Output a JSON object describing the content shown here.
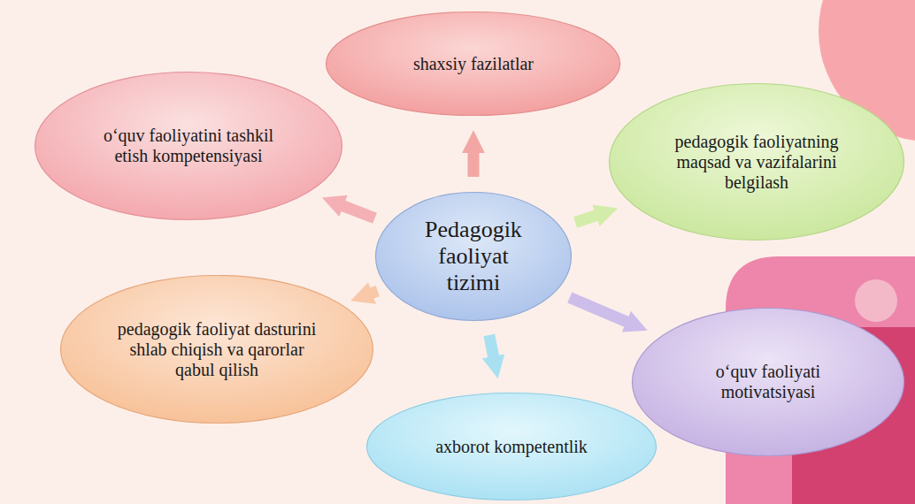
{
  "diagram": {
    "nodes": [
      {
        "text": [
          "Pedagogik faoliyat tizimi"
        ]
      },
      {
        "text": [
          "shaxsiy fazilatlar"
        ]
      },
      {
        "text": [
          "pedagogik faoliyatning maqsad va vazifalarini belgilash"
        ]
      },
      {
        "text": [
          "o‘quv faoliyati motivatsiyasi"
        ]
      },
      {
        "text": [
          "axborot kompetentlik"
        ]
      },
      {
        "text": [
          "pedagogik faoliyat dasturini shlab chiqish va qarorlar qabul qilish"
        ]
      },
      {
        "text": [
          "o‘quv faoliyatini tashkil etish kompetensiyasi"
        ]
      }
    ],
    "edges": [
      {
        "from": 0,
        "to": 1,
        "arrow": "to"
      },
      {
        "from": 0,
        "to": 2,
        "arrow": "to"
      },
      {
        "from": 0,
        "to": 3,
        "arrow": "to"
      },
      {
        "from": 0,
        "to": 4,
        "arrow": "to"
      },
      {
        "from": 0,
        "to": 5,
        "arrow": "to"
      },
      {
        "from": 0,
        "to": 6,
        "arrow": "to"
      }
    ]
  }
}
